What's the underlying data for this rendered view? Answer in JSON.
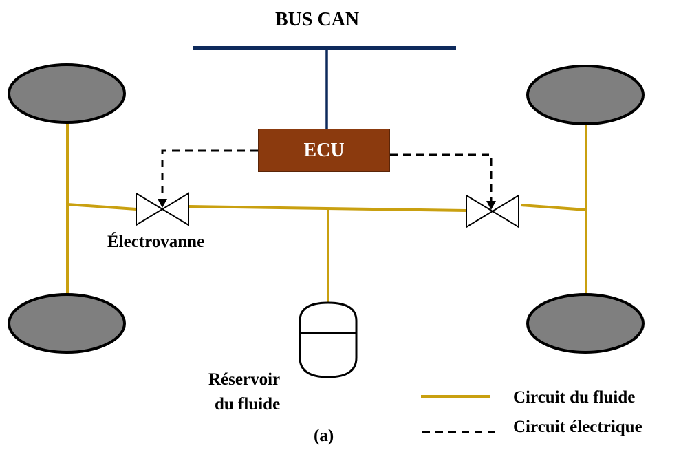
{
  "title": "BUS CAN",
  "ecu_label": "ECU",
  "valve_label": "Électrovanne",
  "reservoir_label_line1": "Réservoir",
  "reservoir_label_line2": "du fluide",
  "caption": "(a)",
  "legend": {
    "fluid": "Circuit du fluide",
    "electric": "Circuit électrique"
  },
  "colors": {
    "fluid": "#C9A010",
    "bus": "#0E2A5C",
    "ecu": "#8B3A0E",
    "wheel": "#7F7F7F"
  }
}
